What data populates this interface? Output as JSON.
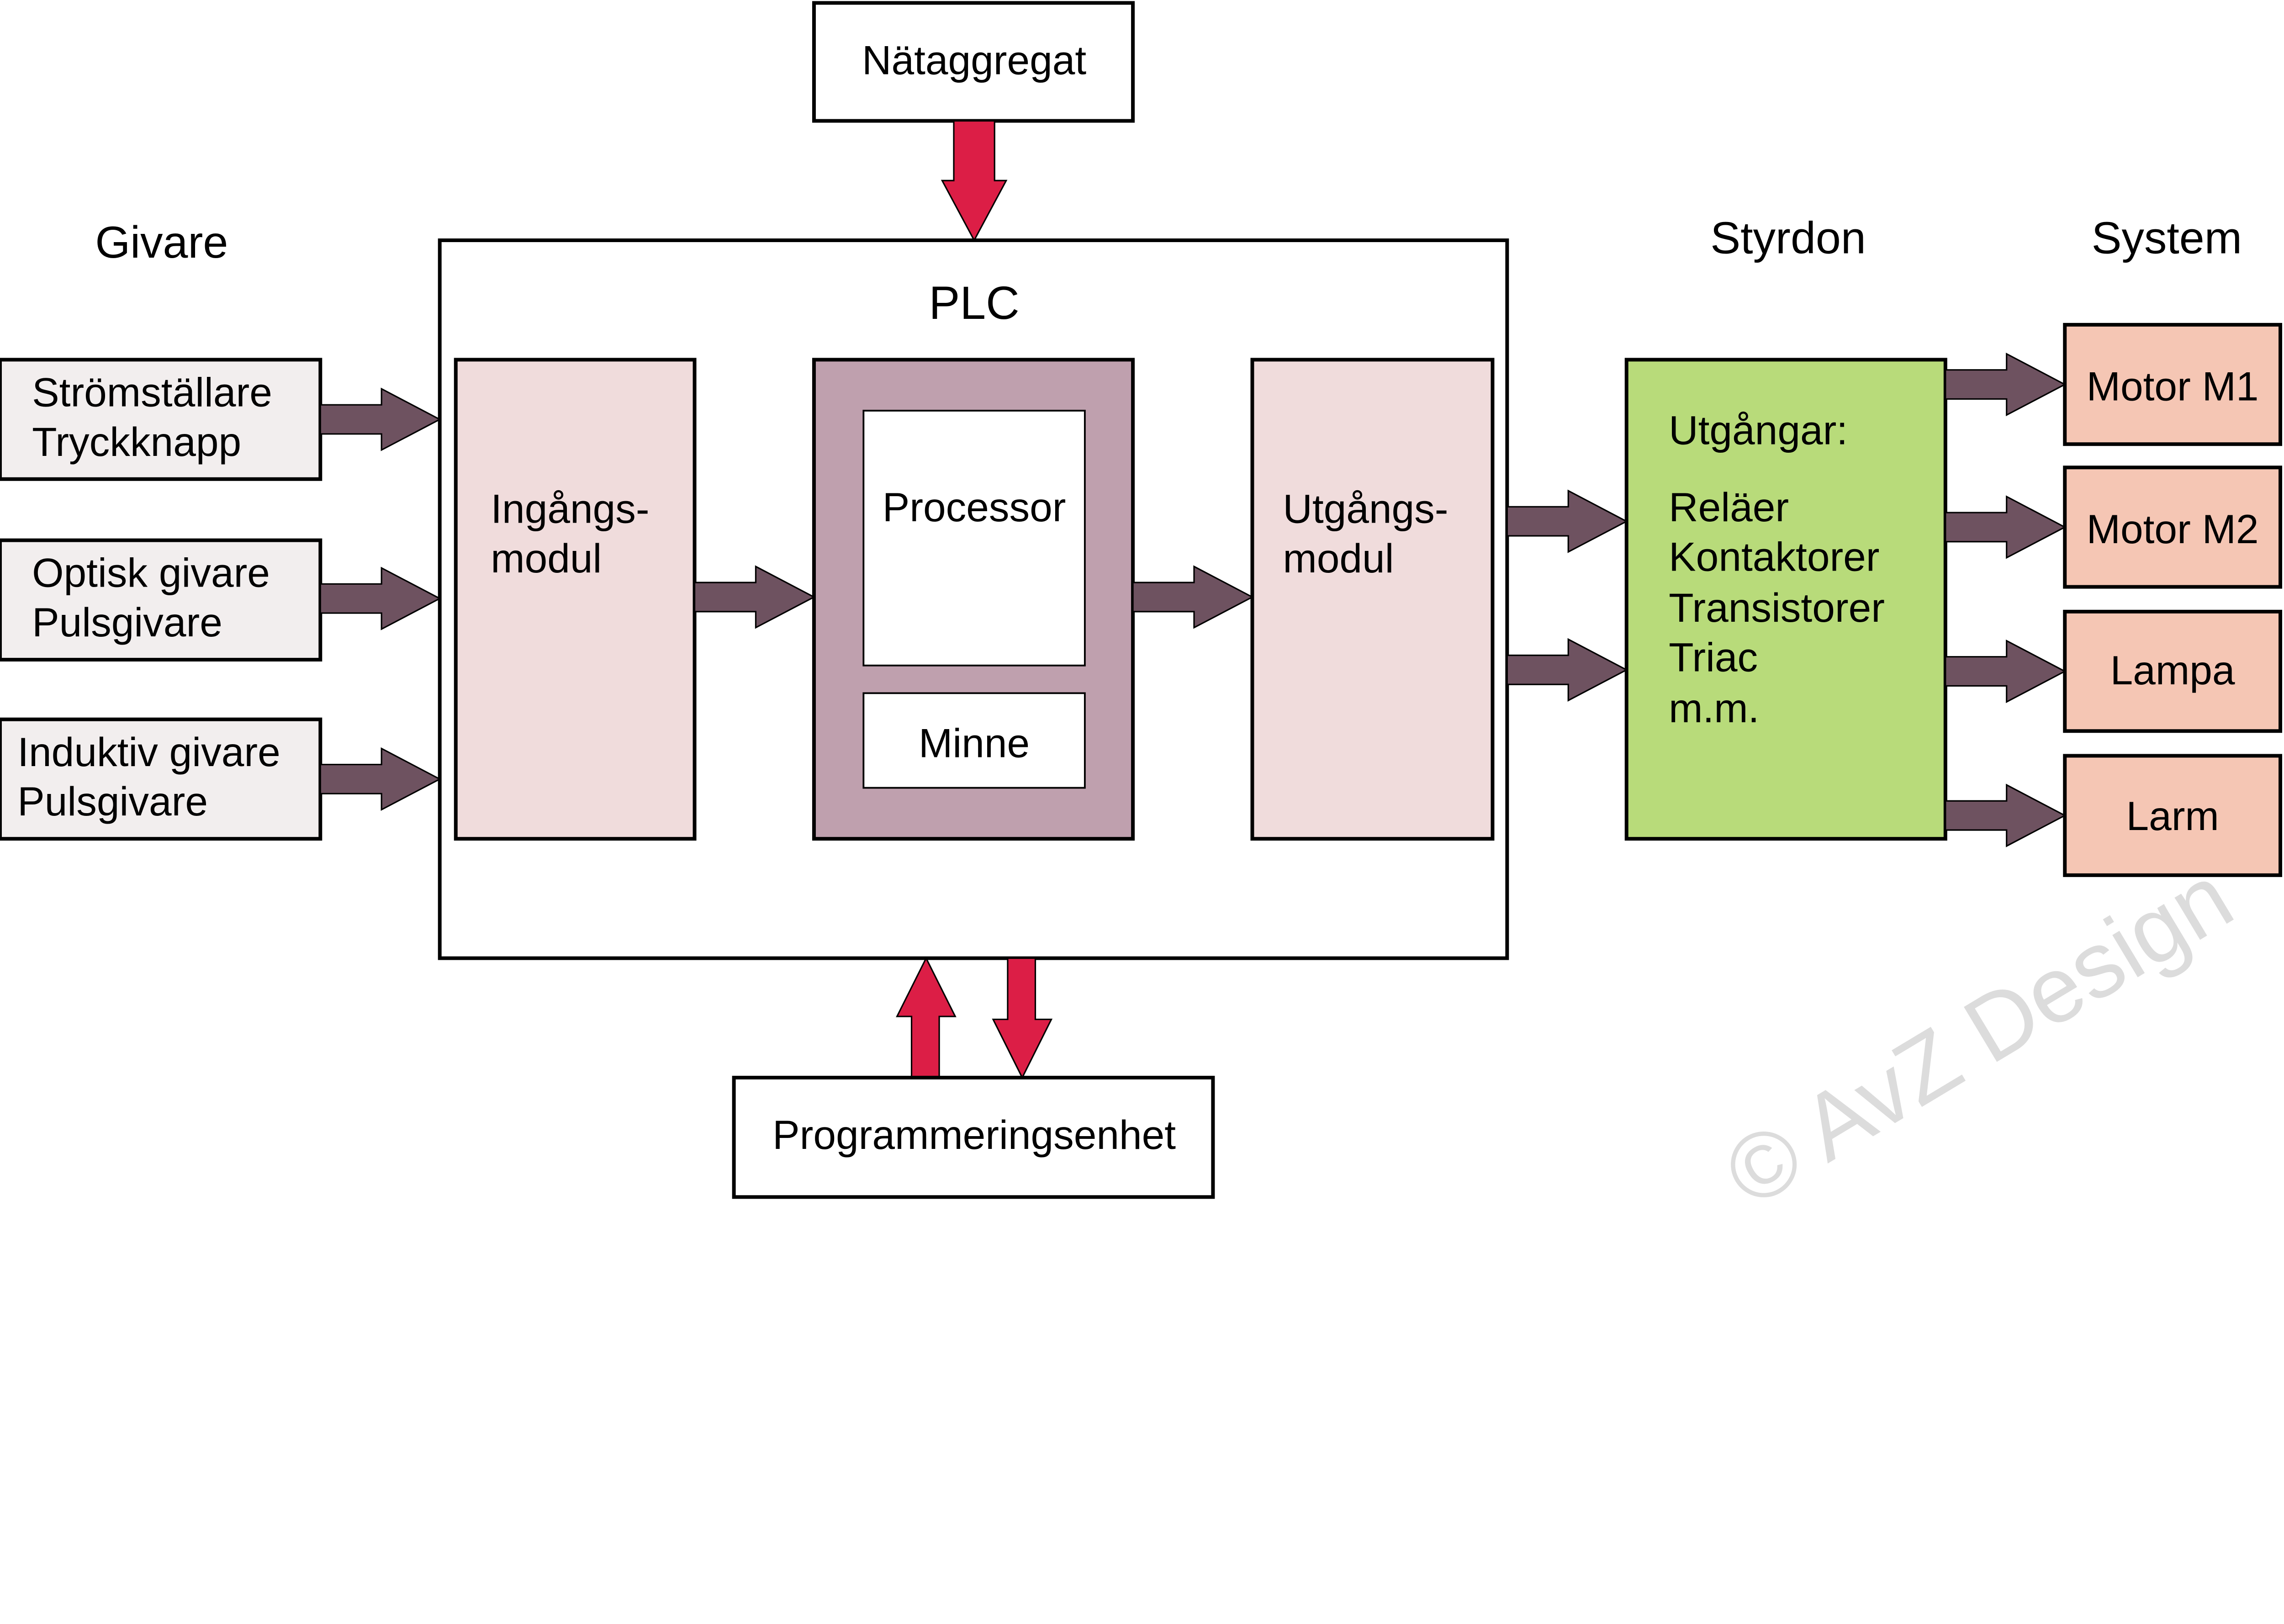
{
  "colors": {
    "arrow": "#6e5260",
    "power_arrow": "#dc1e46",
    "input_box": "#f2eeee",
    "module": "#f0dcdc",
    "cpu_block": "#bfa0ae",
    "actuator": "#b8db7a",
    "system_box": "#f5c6b4",
    "watermark": "#dcdcdc"
  },
  "headings": {
    "givare": "Givare",
    "styrdon": "Styrdon",
    "system": "System"
  },
  "power": "Nätaggregat",
  "plc": {
    "title": "PLC",
    "input_module": [
      "Ingångs-",
      "modul"
    ],
    "processor": "Processor",
    "memory": "Minne",
    "output_module": [
      "Utgångs-",
      "modul"
    ]
  },
  "sensors": [
    [
      "Strömställare",
      "Tryckknapp"
    ],
    [
      "Optisk givare",
      "Pulsgivare"
    ],
    [
      "Induktiv givare",
      "Pulsgivare"
    ]
  ],
  "actuators": {
    "title": "Utgångar:",
    "items": [
      "Reläer",
      "Kontaktorer",
      "Transistorer",
      "Triac",
      "m.m."
    ]
  },
  "systems": [
    "Motor M1",
    "Motor M2",
    "Lampa",
    "Larm"
  ],
  "programmer": "Programmeringsenhet",
  "watermark": "© AvZ Design"
}
